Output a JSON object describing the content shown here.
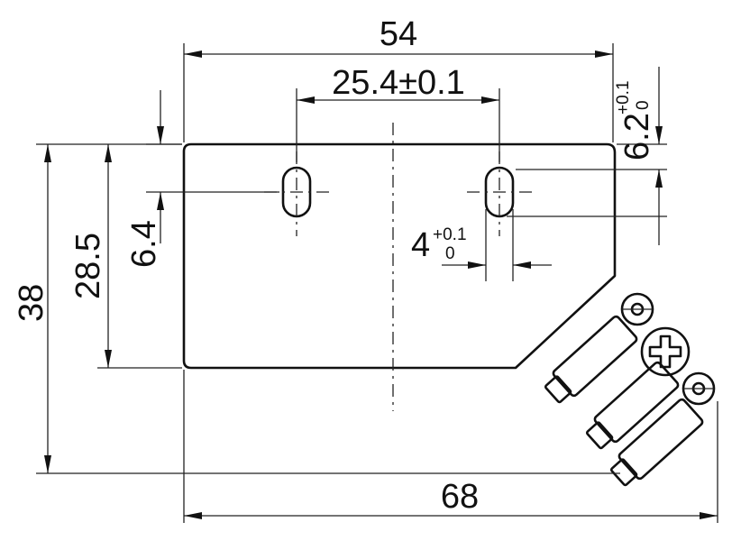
{
  "dimensions": {
    "overall_width": "54",
    "hole_spacing": "25.4±0.1",
    "slot_offset_nominal": "6.2",
    "slot_offset_tol_upper": "+0.1",
    "slot_offset_tol_lower": "0",
    "total_height": "38",
    "body_height": "28.5",
    "slot_to_top": "6.4",
    "slot_width_nominal": "4",
    "slot_width_tol_upper": "+0.1",
    "slot_width_tol_lower": "0",
    "total_width": "68"
  }
}
